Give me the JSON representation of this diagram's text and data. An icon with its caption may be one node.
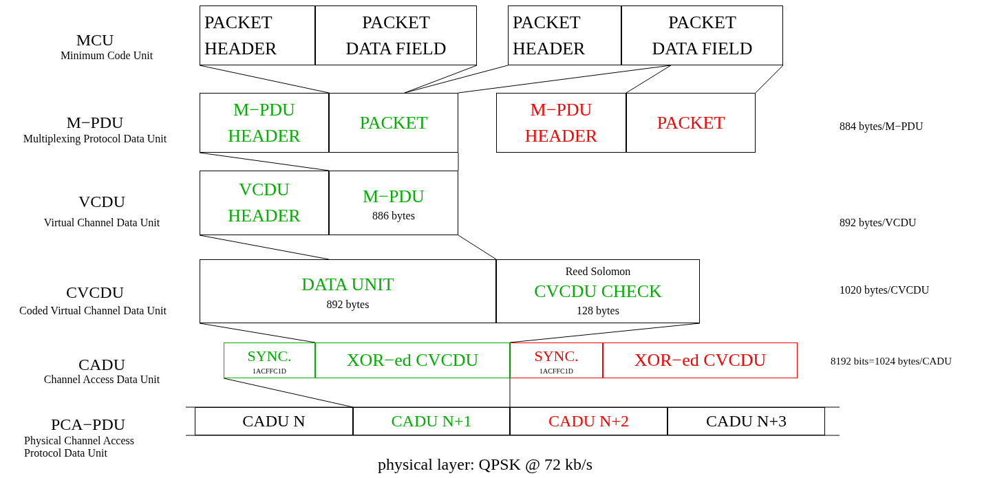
{
  "diagram": {
    "caption": "physical layer: QPSK @ 72 kb/s",
    "nodes": [
      {
        "text": [
          "PACKET HEADER"
        ]
      },
      {
        "text": [
          "PACKET DATA FIELD"
        ]
      },
      {
        "text": [
          "PACKET HEADER"
        ]
      },
      {
        "text": [
          "PACKET DATA FIELD"
        ]
      },
      {
        "text": [
          "M−PDU HEADER"
        ]
      },
      {
        "text": [
          "PACKET"
        ]
      },
      {
        "text": [
          "M−PDU HEADER"
        ]
      },
      {
        "text": [
          "PACKET"
        ]
      },
      {
        "text": [
          "VCDU HEADER"
        ]
      },
      {
        "text": [
          "M−PDU",
          "886 bytes"
        ]
      },
      {
        "text": [
          "DATA UNIT",
          "892 bytes"
        ]
      },
      {
        "text": [
          "Reed Solomon",
          "CVCDU CHECK",
          "128 bytes"
        ]
      },
      {
        "text": [
          "SYNC.",
          "1ACFFC1D"
        ]
      },
      {
        "text": [
          "XOR−ed CVCDU"
        ]
      },
      {
        "text": [
          "SYNC.",
          "1ACFFC1D"
        ]
      },
      {
        "text": [
          "XOR−ed CVCDU"
        ]
      },
      {
        "text": [
          "CADU N"
        ]
      },
      {
        "text": [
          "CADU N+1"
        ]
      },
      {
        "text": [
          "CADU N+2"
        ]
      },
      {
        "text": [
          "CADU N+3"
        ]
      }
    ],
    "edges": [
      {
        "from": 0,
        "to": 5,
        "arrow": "none"
      },
      {
        "from": 1,
        "to": 5,
        "arrow": "none"
      },
      {
        "from": 2,
        "to": 5,
        "arrow": "none"
      },
      {
        "from": 3,
        "to": 5,
        "arrow": "none"
      },
      {
        "from": 3,
        "to": 7,
        "arrow": "none"
      },
      {
        "from": 3,
        "to": 7,
        "arrow": "none"
      },
      {
        "from": 4,
        "to": 9,
        "arrow": "none"
      },
      {
        "from": 5,
        "to": 9,
        "arrow": "none"
      },
      {
        "from": 8,
        "to": 10,
        "arrow": "none"
      },
      {
        "from": 9,
        "to": 10,
        "arrow": "none"
      },
      {
        "from": 10,
        "to": 13,
        "arrow": "none"
      },
      {
        "from": 11,
        "to": 13,
        "arrow": "none"
      },
      {
        "from": 12,
        "to": 17,
        "arrow": "none"
      },
      {
        "from": 13,
        "to": 17,
        "arrow": "none"
      }
    ],
    "labels": [
      "MCU",
      "Minimum Code Unit",
      "M−PDU",
      "Multiplexing Protocol Data Unit",
      "884 bytes/M−PDU",
      "VCDU",
      "Virtual Channel Data Unit",
      "892 bytes/VCDU",
      "CVCDU",
      "Coded Virtual Channel Data Unit",
      "1020 bytes/CVCDU",
      "CADU",
      "Channel Access Data Unit",
      "8192 bits=1024 bytes/CADU",
      "PCA−PDU",
      "Physical Channel Access Protocol Data Unit"
    ]
  }
}
